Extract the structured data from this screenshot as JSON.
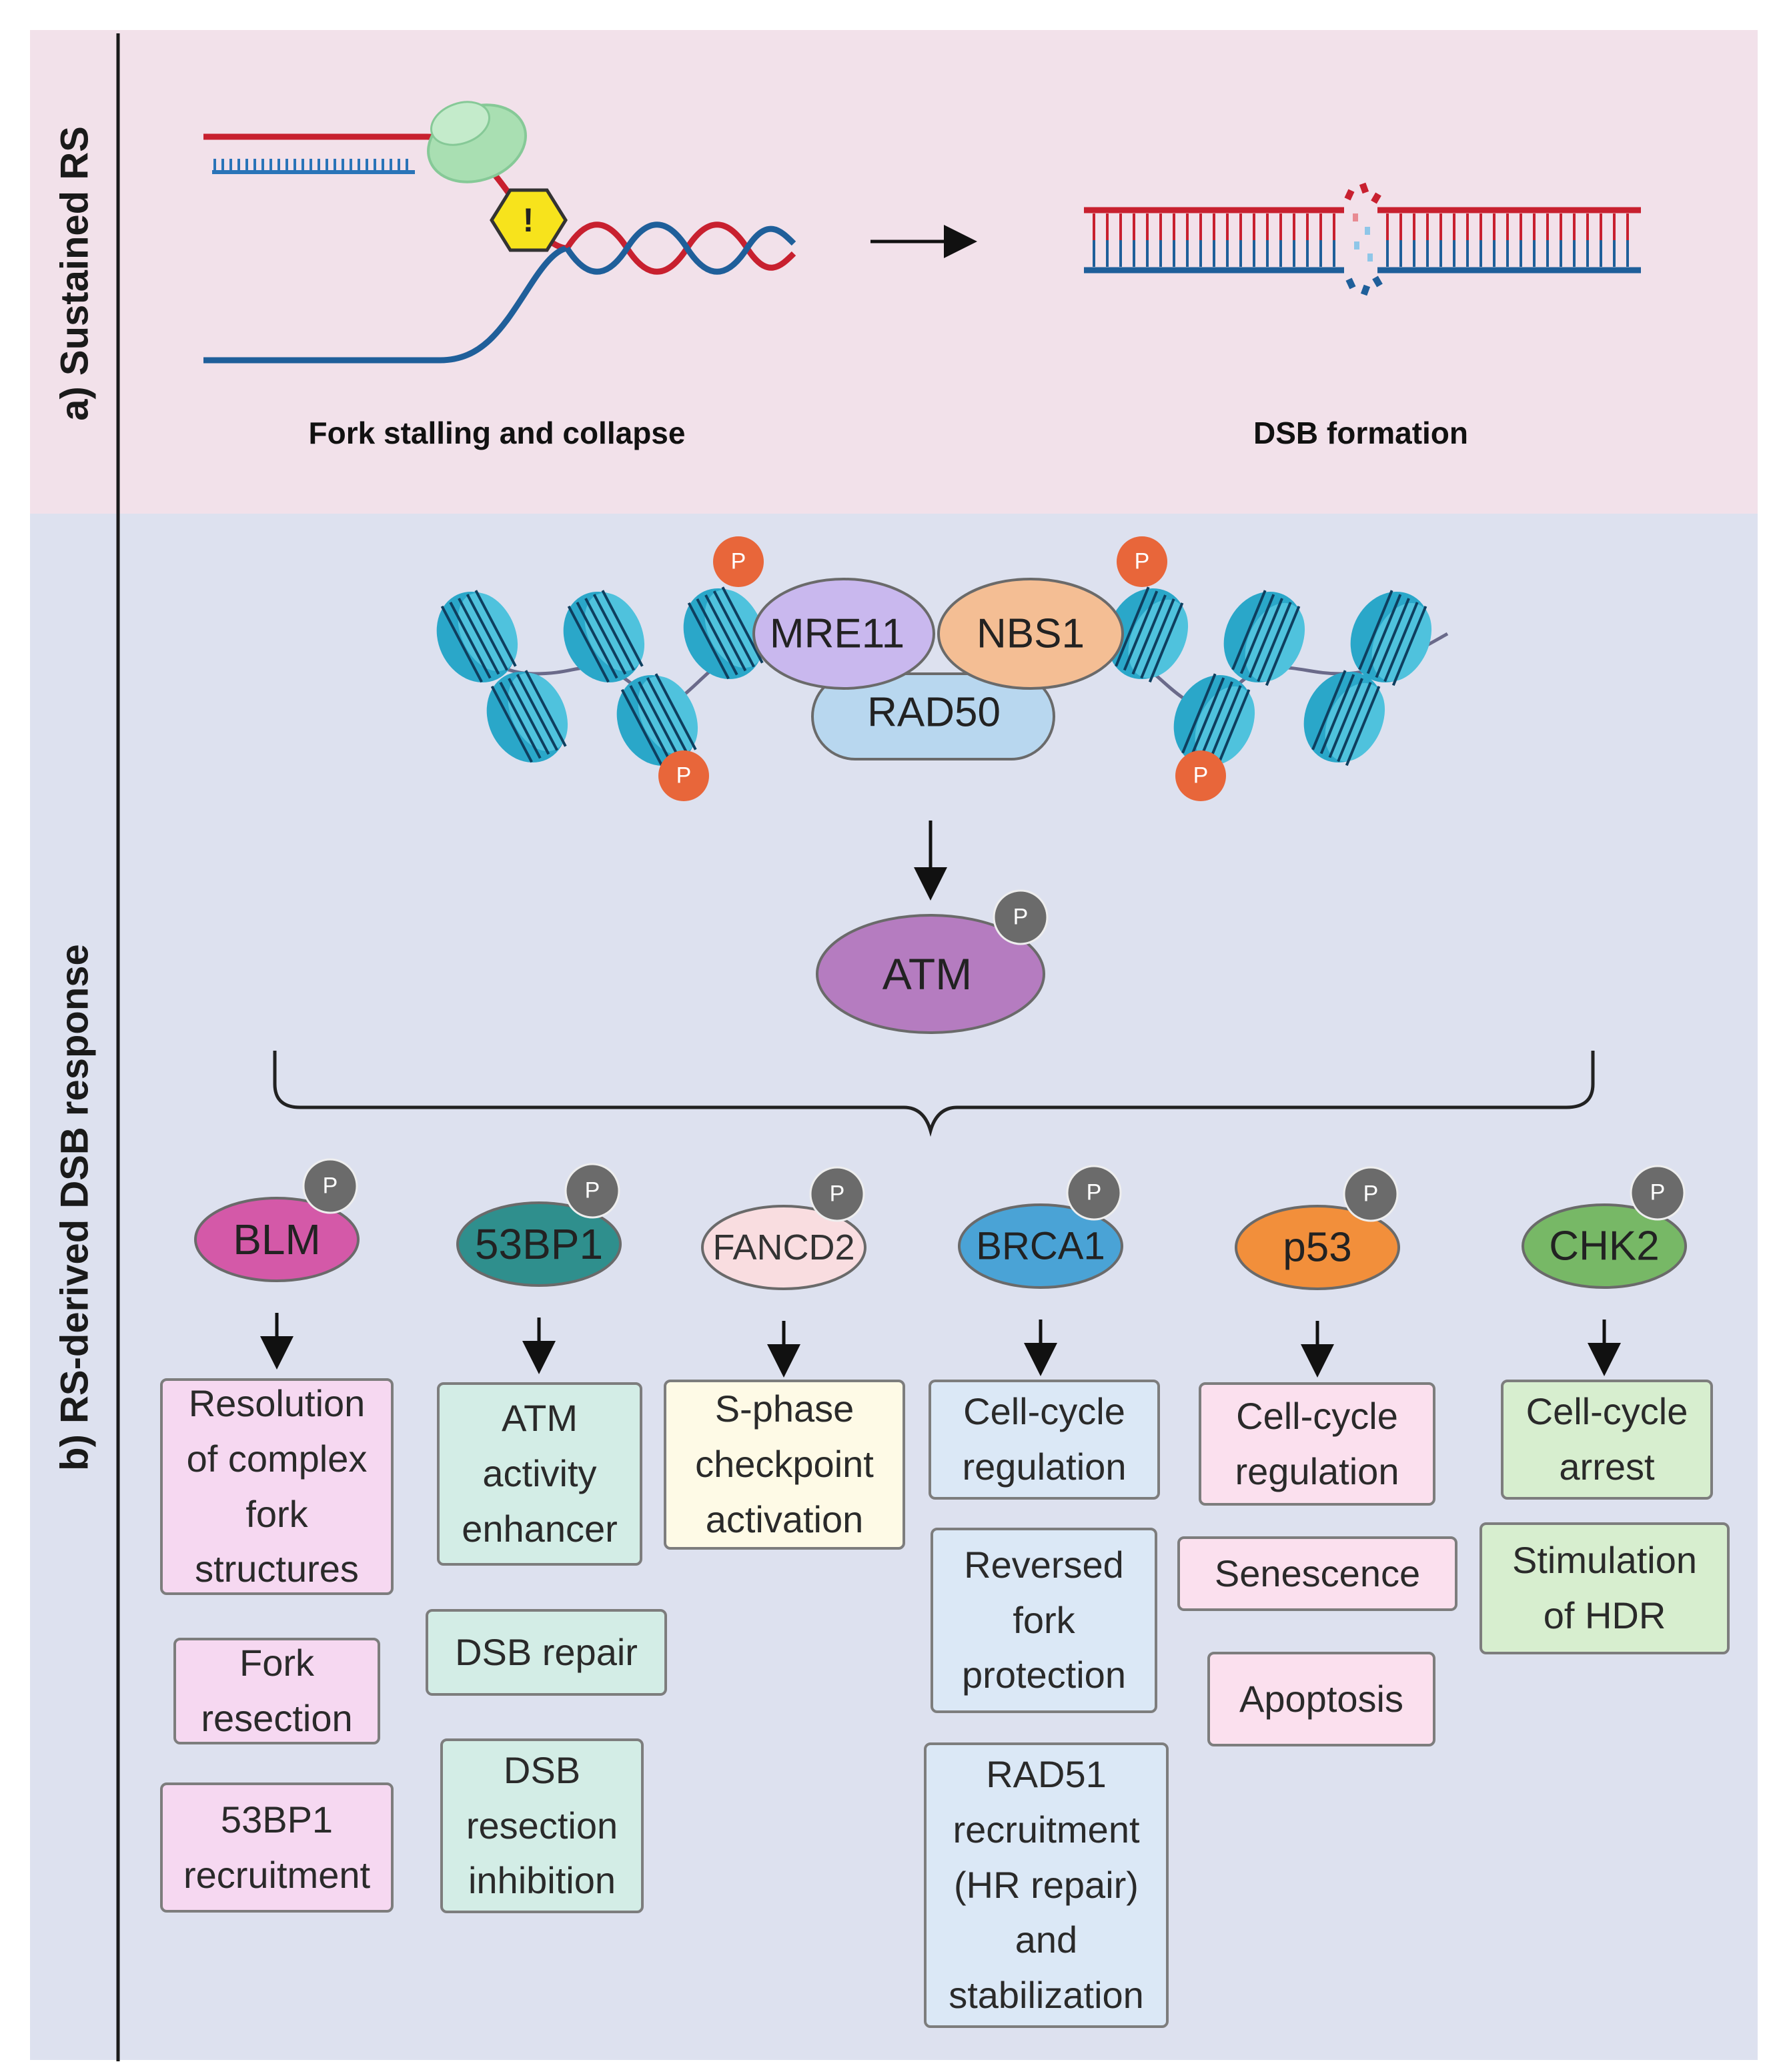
{
  "panels": {
    "a_label": "a) Sustained RS",
    "b_label": "b) RS-derived DSB response"
  },
  "panel_a": {
    "fork_caption": "Fork stalling and collapse",
    "dsb_caption": "DSB formation",
    "warning_symbol": "!"
  },
  "complex": {
    "mre11": "MRE11",
    "nbs1": "NBS1",
    "rad50": "RAD50"
  },
  "atm": "ATM",
  "phospho": "P",
  "effectors": [
    {
      "name": "BLM",
      "outcomes": [
        "Resolution\nof complex\nfork\nstructures",
        "Fork\nresection",
        "53BP1\nrecruitment"
      ]
    },
    {
      "name": "53BP1",
      "outcomes": [
        "ATM\nactivity\nenhancer",
        "DSB repair",
        "DSB\nresection\ninhibition"
      ]
    },
    {
      "name": "FANCD2",
      "outcomes": [
        "S-phase\ncheckpoint\nactivation"
      ]
    },
    {
      "name": "BRCA1",
      "outcomes": [
        "Cell-cycle\nregulation",
        "Reversed\nfork\nprotection",
        "RAD51\nrecruitment\n(HR repair)\nand\nstabilization"
      ]
    },
    {
      "name": "p53",
      "outcomes": [
        "Cell-cycle\nregulation",
        "Senescence",
        "Apoptosis"
      ]
    },
    {
      "name": "CHK2",
      "outcomes": [
        "Cell-cycle\narrest",
        "Stimulation\nof HDR"
      ]
    }
  ],
  "colors": {
    "panel_a_bg": "#f2e1ea",
    "panel_b_bg": "#dde1ef",
    "dna_red": "#c8202f",
    "dna_blue": "#1f5f9a",
    "helicase": "#a9dfb2",
    "warning": "#f7e31c",
    "nucleosome": "#2aa7c9",
    "phospho_orange": "#e8663a",
    "phospho_grey": "#6b6b6b",
    "mre11": "#c9b8ee",
    "nbs1": "#f4be94",
    "rad50": "#b8d7ef",
    "atm": "#b57cc0",
    "blm": "#d459a8",
    "53bp1": "#2f8f8d",
    "fancd2": "#f9dde0",
    "brca1": "#4aa3d6",
    "p53": "#f28f3b",
    "chk2": "#77b866",
    "box_blm": "#f6d8f1",
    "box_53bp1": "#d3ede6",
    "box_fancd2": "#fefae6",
    "box_brca1": "#dbe8f6",
    "box_p53": "#fbe0ee",
    "box_chk2": "#d7eecf"
  }
}
